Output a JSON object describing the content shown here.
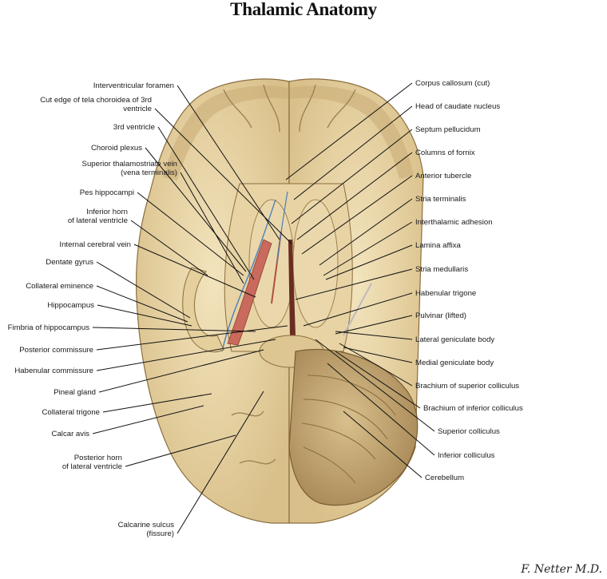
{
  "title": "Thalamic Anatomy",
  "left_labels": [
    [
      "Interventricular foramen"
    ],
    [
      "Cut edge of tela choroidea of 3rd",
      "ventricle"
    ],
    [
      "3rd ventricle"
    ],
    [
      "Choroid plexus"
    ],
    [
      "Superior thalamostriate vein",
      "(vena terminalis)"
    ],
    [
      "Pes hippocampi"
    ],
    [
      "Inferior horn",
      "of lateral ventricle"
    ],
    [
      "Internal cerebral vein"
    ],
    [
      "Dentate gyrus"
    ],
    [
      "Collateral eminence"
    ],
    [
      "Hippocampus"
    ],
    [
      "Fimbria of hippocampus"
    ],
    [
      "Posterior commissure"
    ],
    [
      "Habenular commissure"
    ],
    [
      "Pineal gland"
    ],
    [
      "Collateral trigone"
    ],
    [
      "Calcar avis"
    ],
    [
      "Posterior horn",
      "of lateral ventricle"
    ],
    [
      "Calcarine sulcus",
      "(fissure)"
    ]
  ],
  "right_labels": [
    "Corpus callosum (cut)",
    "Head of caudate nucleus",
    "Septum pellucidum",
    "Columns of fornix",
    "Anterior tubercle",
    "Stria terminalis",
    "Interthalamic adhesion",
    "Lamina affixa",
    "Stria medullaris",
    "Habenular trigone",
    "Pulvinar (lifted)",
    "Lateral geniculate body",
    "Medial geniculate body",
    "Brachium of superior colliculus",
    "Brachium of inferior colliculus",
    "Superior colliculus",
    "Inferior colliculus",
    "Cerebellum"
  ],
  "signature": "F. Netter M.D."
}
